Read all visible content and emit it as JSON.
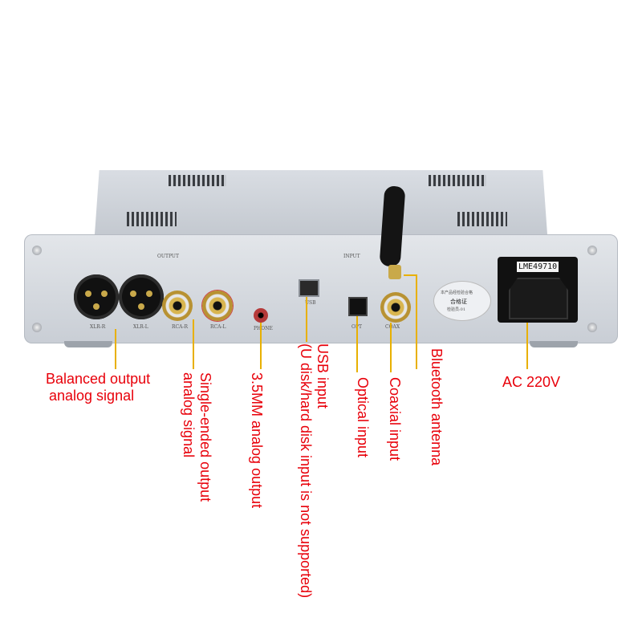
{
  "panel": {
    "output_title": "OUTPUT",
    "input_title": "INPUT",
    "xlr_r": "XLR-R",
    "xlr_l": "XLR-L",
    "rca_r": "RCA-R",
    "rca_l": "RCA-L",
    "phone": "PHONE",
    "usb": "USB",
    "opt": "OPT",
    "coax": "COAX",
    "card_text1": "本产品经检验合格",
    "card_text2": "合格证",
    "card_text3": "检验员:01",
    "power_sticker": "LME49710"
  },
  "callouts": {
    "balanced_line1": "Balanced output",
    "balanced_line2": "analog signal",
    "single_line1": "Single-ended output",
    "single_line2": "analog signal",
    "mm": "3.5MM analog output",
    "usb_line1": "USB input",
    "usb_line2": "(U disk/hard disk input is not supported)",
    "optical": "Optical input",
    "coaxial": "Coaxial input",
    "bluetooth": "Bluetooth antenna",
    "ac": "AC 220V"
  },
  "colors": {
    "callout_text": "#e8000a",
    "leader_line": "#e8b000"
  }
}
